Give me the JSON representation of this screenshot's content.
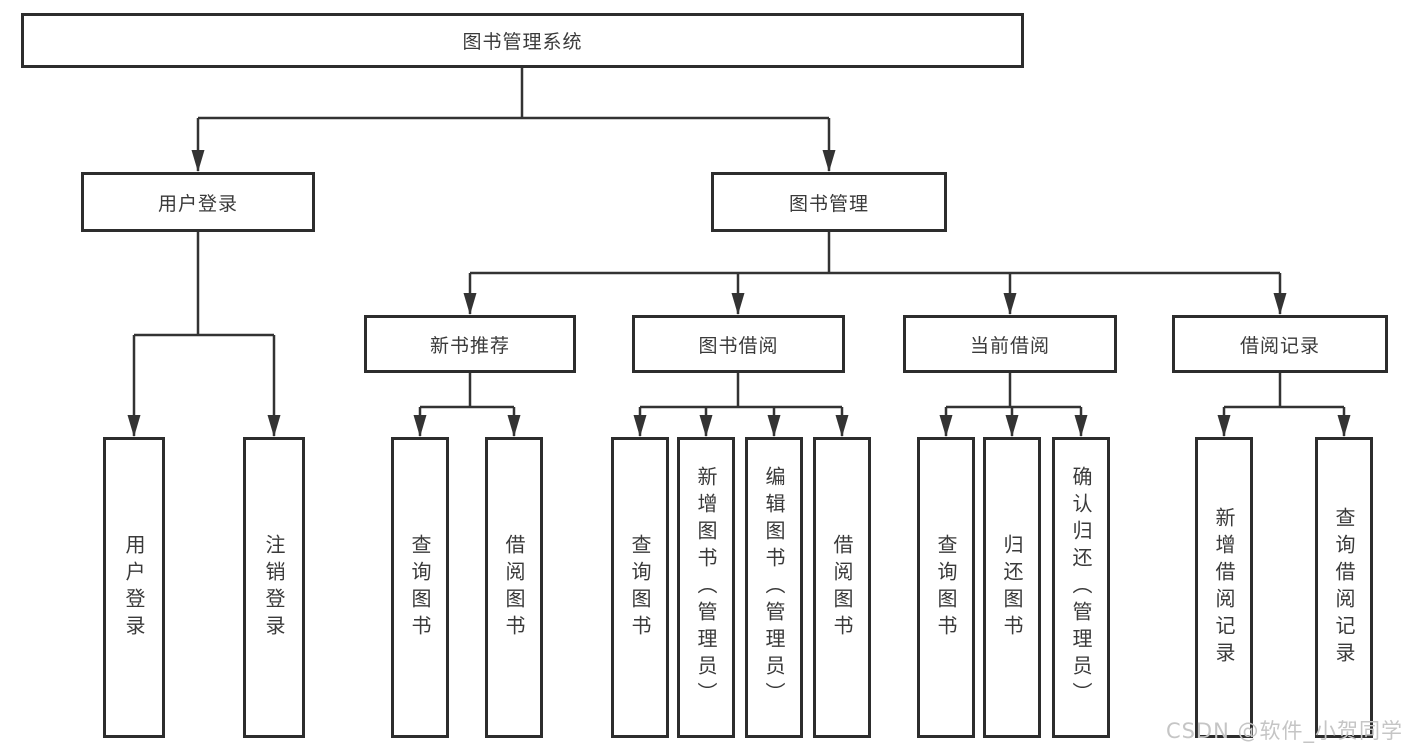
{
  "diagram": {
    "type": "tree",
    "title": "图书管理系统",
    "branches": [
      {
        "label": "用户登录",
        "children": [
          {
            "label": "用户登录"
          },
          {
            "label": "注销登录"
          }
        ]
      },
      {
        "label": "图书管理",
        "children": [
          {
            "label": "新书推荐",
            "children": [
              {
                "label": "查询图书"
              },
              {
                "label": "借阅图书"
              }
            ]
          },
          {
            "label": "图书借阅",
            "children": [
              {
                "label": "查询图书"
              },
              {
                "label": "新增图书（管理员）"
              },
              {
                "label": "编辑图书（管理员）"
              },
              {
                "label": "借阅图书"
              }
            ]
          },
          {
            "label": "当前借阅",
            "children": [
              {
                "label": "查询图书"
              },
              {
                "label": "归还图书"
              },
              {
                "label": "确认归还（管理员）"
              }
            ]
          },
          {
            "label": "借阅记录",
            "children": [
              {
                "label": "新增借阅记录"
              },
              {
                "label": "查询借阅记录"
              }
            ]
          }
        ]
      }
    ]
  },
  "watermark": {
    "text": "CSDN @软件_小贺同学"
  },
  "colors": {
    "background": "#ffffff",
    "box_border": "#2d2d2d",
    "line": "#333333",
    "text": "#3a3a3a",
    "watermark": "#c5c5c5"
  }
}
